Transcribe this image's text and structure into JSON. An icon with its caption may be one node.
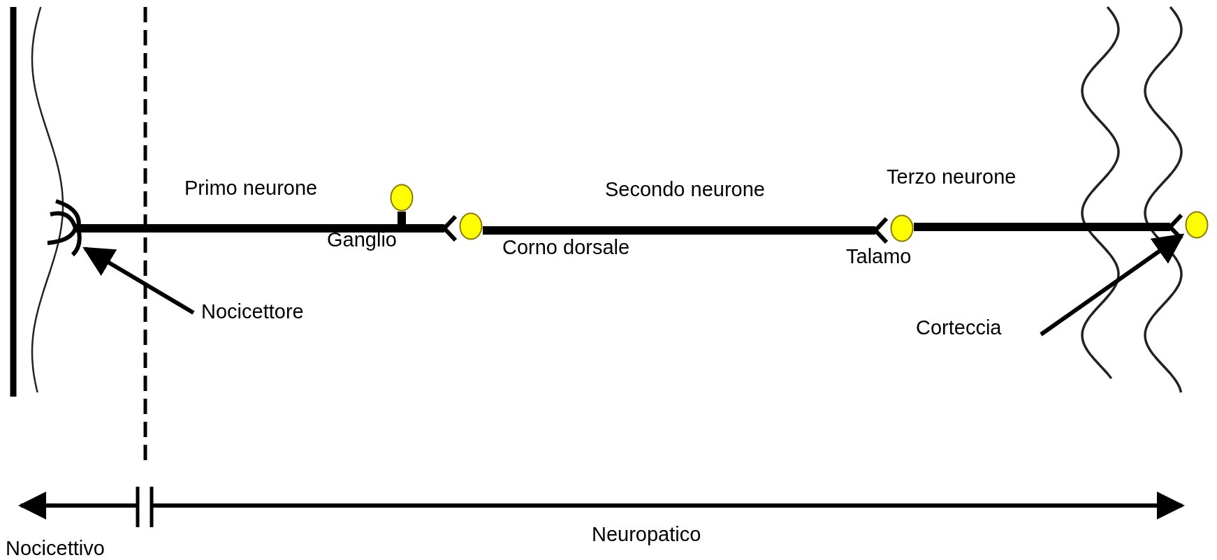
{
  "diagram": {
    "nodes": [
      {
        "text": [],
        "shape": "circle",
        "beside": [
          "Ganglio"
        ]
      },
      {
        "text": [],
        "shape": "circle",
        "beside": [
          "Corno dorsale"
        ]
      },
      {
        "text": [],
        "shape": "circle",
        "beside": [
          "Talamo"
        ]
      },
      {
        "text": [],
        "shape": "circle"
      },
      {
        "text": [
          "Nocicettore"
        ]
      },
      {
        "text": [
          "Corteccia"
        ]
      },
      {
        "text": [],
        "shape": "fork"
      }
    ],
    "edges": [
      {
        "from": 6,
        "to": 0,
        "arrow": "none",
        "label": "Primo neurone"
      },
      {
        "from": 0,
        "to": 1,
        "arrow": "other"
      },
      {
        "from": 1,
        "to": 2,
        "arrow": "other",
        "label": "Secondo neurone"
      },
      {
        "from": 2,
        "to": 3,
        "arrow": "other",
        "label": "Terzo neurone"
      },
      {
        "from": 4,
        "to": 6,
        "arrow": "to"
      },
      {
        "from": 5,
        "to": 3,
        "arrow": "to"
      }
    ],
    "labels": [
      "Nocicettivo",
      "Neuropatico"
    ]
  }
}
